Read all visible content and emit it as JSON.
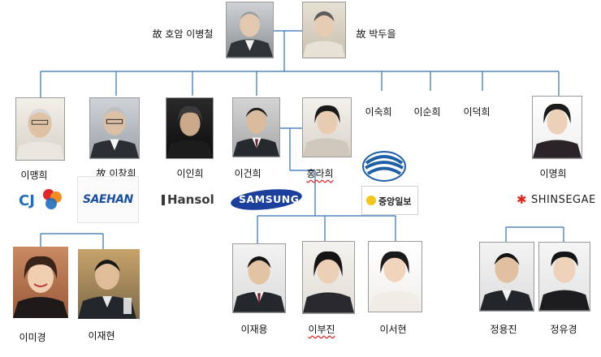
{
  "founders": {
    "father": {
      "prefix": "故",
      "name": "호암  이병철"
    },
    "mother": {
      "prefix": "故",
      "name": "박두을"
    }
  },
  "children": [
    {
      "name": "이맹희",
      "prefix": ""
    },
    {
      "name": "이창희",
      "prefix": "故"
    },
    {
      "name": "이인희",
      "prefix": ""
    },
    {
      "name": "이건희",
      "prefix": ""
    },
    {
      "name": "홍라희",
      "prefix": ""
    },
    {
      "name": "이숙희",
      "prefix": ""
    },
    {
      "name": "이순희",
      "prefix": ""
    },
    {
      "name": "이덕희",
      "prefix": ""
    },
    {
      "name": "이명희",
      "prefix": ""
    }
  ],
  "grandchildren": [
    {
      "name": "이미경"
    },
    {
      "name": "이재현"
    },
    {
      "name": "이재용"
    },
    {
      "name": "이부진"
    },
    {
      "name": "이서현"
    },
    {
      "name": "정용진"
    },
    {
      "name": "정유경"
    }
  ],
  "logos": {
    "cj": "CJ",
    "saehan": "SAEHAN",
    "hansol": "Hansol",
    "samsung": "SAMSUNG",
    "joongang": "중앙일보",
    "shinsegae": "SHINSEGAE"
  },
  "colors": {
    "line": "#2e6fb7",
    "samsung_blue": "#1b3f9c",
    "saehan_blue": "#1a4f9e",
    "shinsegae_red": "#e2231a",
    "cj_red": "#e3262b",
    "cj_orange": "#f28c1e",
    "cj_blue": "#1f6fc1"
  }
}
